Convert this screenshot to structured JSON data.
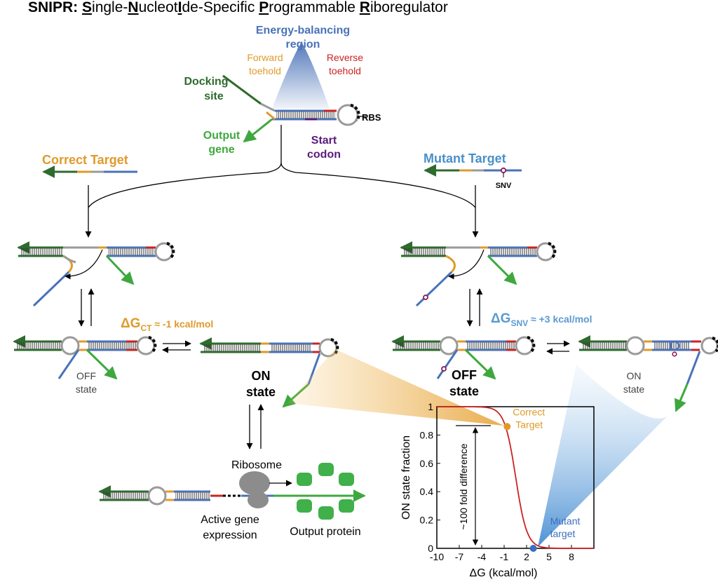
{
  "title": {
    "prefix": "SNIPR: ",
    "parts": [
      {
        "text": "S",
        "u": true
      },
      {
        "text": "ingle-",
        "u": false
      },
      {
        "text": "N",
        "u": true
      },
      {
        "text": "ucleot",
        "u": false
      },
      {
        "text": "I",
        "u": true
      },
      {
        "text": "de-Specific ",
        "u": false
      },
      {
        "text": "P",
        "u": true
      },
      {
        "text": "rogrammable ",
        "u": false
      },
      {
        "text": "R",
        "u": true
      },
      {
        "text": "iboregulator",
        "u": false
      }
    ]
  },
  "labels": {
    "energy_balancing_1": "Energy-balancing",
    "energy_balancing_2": "region",
    "forward_toehold_1": "Forward",
    "forward_toehold_2": "toehold",
    "reverse_toehold_1": "Reverse",
    "reverse_toehold_2": "toehold",
    "docking_site_1": "Docking",
    "docking_site_2": "site",
    "rbs": "RBS",
    "output_gene_1": "Output",
    "output_gene_2": "gene",
    "start_codon_1": "Start",
    "start_codon_2": "codon",
    "correct_target": "Correct Target",
    "mutant_target": "Mutant Target",
    "snv": "SNV",
    "dg_ct_main": "ΔG",
    "dg_ct_sub": "CT",
    "dg_ct_value": " ≈ -1 kcal/mol",
    "dg_snv_main": "ΔG",
    "dg_snv_sub": "SNV",
    "dg_snv_value": " ≈ +3 kcal/mol",
    "off_state_1": "OFF",
    "off_state_2": "state",
    "on_state_bold_1": "ON",
    "on_state_bold_2": "state",
    "off_state_bold_1": "OFF",
    "off_state_bold_2": "state",
    "on_state_1": "ON",
    "on_state_2": "state",
    "ribosome": "Ribosome",
    "active_gene_1": "Active gene",
    "active_gene_2": "expression",
    "output_protein": "Output protein"
  },
  "chart_data": {
    "type": "line",
    "xlabel": "ΔG (kcal/mol)",
    "ylabel": "ON state fraction",
    "xlim": [
      -10,
      11
    ],
    "ylim": [
      0,
      1
    ],
    "xticks": [
      "-10",
      "-7",
      "-4",
      "-1",
      "2",
      "5",
      "8"
    ],
    "xtick_values": [
      -10,
      -7,
      -4,
      -1,
      2,
      5,
      8
    ],
    "yticks": [
      "0",
      "0.2",
      "0.4",
      "0.6",
      "0.8",
      "1"
    ],
    "ytick_values": [
      0,
      0.2,
      0.4,
      0.6,
      0.8,
      1
    ],
    "curve": {
      "center": 0.55,
      "scale": 0.75,
      "color": "#cc2222"
    },
    "points": [
      {
        "name": "Correct Target",
        "label_1": "Correct",
        "label_2": "Target",
        "x": -0.6,
        "y": 0.86,
        "color": "#e09a2a"
      },
      {
        "name": "Mutant target",
        "label_1": "Mutant",
        "label_2": "target",
        "x": 2.9,
        "y": 0.0,
        "color": "#3a6fbf"
      }
    ],
    "annotation": "~100 fold difference"
  },
  "colors": {
    "docking": "#2e6b2e",
    "toehold_forward": "#e09a2a",
    "toehold_reverse": "#cc2222",
    "energy": "#4a72b8",
    "output": "#3ea83e",
    "start_codon": "#5a1a7a",
    "mutant": "#4a90c8",
    "loop": "#8a8a8a",
    "protein": "#3fb04a",
    "ribosome": "#8c8c8c"
  }
}
